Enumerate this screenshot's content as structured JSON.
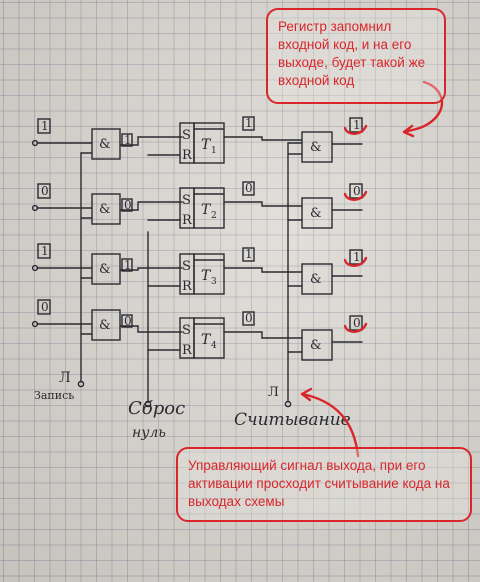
{
  "callouts": {
    "register": "Регистр запомнил входной код, и на его выходе, будет такой же входной код",
    "output_signal": "Управляющий сигнал выхода, при его активации просходит считывание кода на выходах схемы"
  },
  "inputs": [
    "1",
    "0",
    "1",
    "0"
  ],
  "and_gate_label": "&",
  "input_gate_outputs": [
    "1",
    "0",
    "1",
    "0"
  ],
  "triggers": [
    {
      "name": "T",
      "sub": "1"
    },
    {
      "name": "T",
      "sub": "2"
    },
    {
      "name": "T",
      "sub": "3"
    },
    {
      "name": "T",
      "sub": "4"
    }
  ],
  "trigger_set_label": "S",
  "trigger_reset_label": "R",
  "trigger_outputs": [
    "1",
    "0",
    "1",
    "0"
  ],
  "outputs": [
    "1",
    "0",
    "1",
    "0"
  ],
  "write_label": "Запись",
  "reset_label": "Сброс\nнуль",
  "read_label": "Считывание",
  "pulse_symbol": "Л",
  "colors": {
    "annotation": "#d9262b",
    "ink": "#2a2a30"
  }
}
